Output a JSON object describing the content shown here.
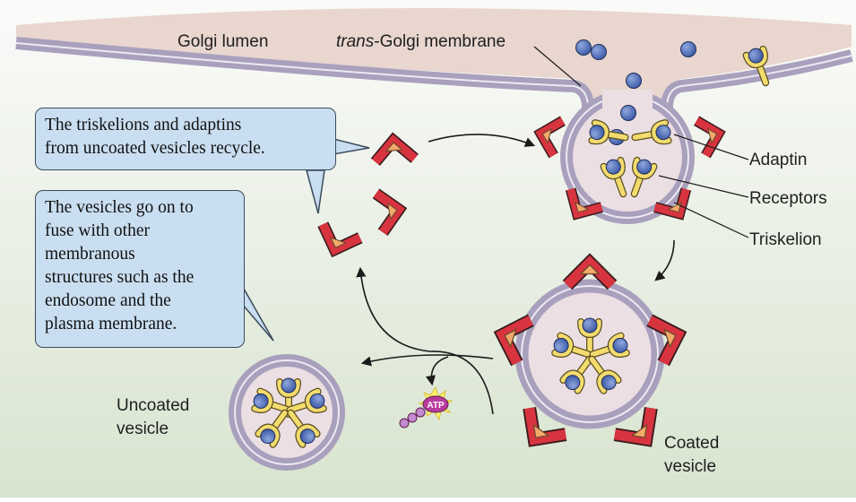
{
  "labels": {
    "golgi_lumen": "Golgi lumen",
    "trans_prefix": "trans",
    "trans_suffix": "-Golgi membrane",
    "adaptin": "Adaptin",
    "receptors": "Receptors",
    "triskelion": "Triskelion",
    "uncoated_vesicle": "Uncoated\nvesicle",
    "coated_vesicle": "Coated\nvesicle",
    "atp": "ATP"
  },
  "callouts": {
    "recycle": "The triskelions and adaptins\nfrom uncoated vesicles recycle.",
    "fuse": "The vesicles go on to\nfuse with other\nmembranous\nstructures such as the\nendosome and the\nplasma membrane."
  },
  "colors": {
    "background_top": "#fbfbfa",
    "background_bottom": "#dbe6d2",
    "golgi_lumen": "#e8d6cf",
    "membrane_lavender": "#a9a0bd",
    "membrane_line": "#ece9f2",
    "vesicle_interior": "#ecdfe3",
    "clathrin_red": "#d8343f",
    "adaptin_orange": "#f2aa6a",
    "receptor_yellow": "#f3dc6e",
    "cargo_blue": "#4f6db5",
    "atp_magenta": "#b83a9c",
    "callout_fill": "#c9def0"
  }
}
